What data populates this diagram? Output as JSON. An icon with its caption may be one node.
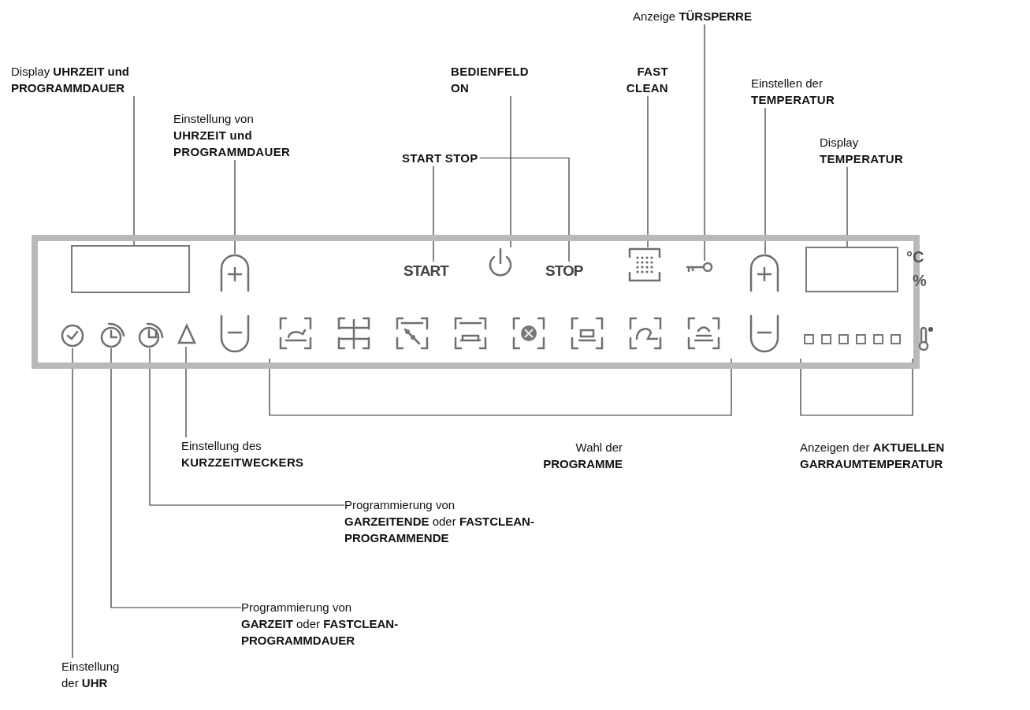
{
  "diagram": {
    "nodes": [
      {
        "text": [],
        "shape": "box"
      },
      {
        "text": [],
        "shape": "box",
        "in": 0
      },
      {
        "text": [],
        "shape": "button",
        "in": 0
      },
      {
        "text": [
          "START"
        ],
        "in": 0
      },
      {
        "text": [],
        "shape": "icon",
        "in": 0
      },
      {
        "text": [
          "STOP"
        ],
        "in": 0
      },
      {
        "text": [],
        "shape": "icon",
        "in": 0
      },
      {
        "text": [],
        "shape": "icon",
        "in": 0
      },
      {
        "text": [],
        "shape": "button",
        "in": 0
      },
      {
        "text": [],
        "shape": "box",
        "in": 0,
        "beside": [
          "°C",
          "%"
        ]
      },
      {
        "text": [],
        "shape": "icon",
        "in": 0
      },
      {
        "text": [],
        "shape": "circle",
        "in": 0
      },
      {
        "text": [],
        "shape": "circle",
        "in": 0
      },
      {
        "text": [],
        "shape": "icon",
        "in": 0
      },
      {
        "text": [
          "Display **UHRZEIT und PROGRAMMDAUER**"
        ]
      },
      {
        "text": [
          "Einstellung von",
          "UHRZEIT und PROGRAMMDAUER"
        ]
      },
      {
        "text": [
          "START STOP"
        ]
      },
      {
        "text": [
          "BEDIENFELD ON"
        ]
      },
      {
        "text": [
          "FAST CLEAN"
        ]
      },
      {
        "text": [
          "Anzeige **TÜRSPERRE**"
        ]
      },
      {
        "text": [
          "Einstellen der",
          "TEMPERATUR"
        ]
      },
      {
        "text": [
          "Display",
          "TEMPERATUR"
        ]
      },
      {
        "text": [
          "Einstellung des",
          "KURZZEITWECKERS"
        ]
      },
      {
        "text": [
          "Programmierung von",
          "**GARZEITENDE** oder **FASTCLEAN-PROGRAMMENDE**"
        ]
      },
      {
        "text": [
          "Programmierung von",
          "**GARZEIT** oder **FASTCLEAN-PROGRAMMDAUER**"
        ]
      },
      {
        "text": [
          "Einstellung",
          "der **UHR**"
        ]
      }
    ],
    "edges": [
      {
        "from": 14,
        "to": 1,
        "arrow": "none"
      },
      {
        "from": 15,
        "to": 2,
        "arrow": "none"
      },
      {
        "from": 16,
        "to": 3,
        "arrow": "none"
      },
      {
        "from": 16,
        "to": 5,
        "arrow": "none"
      },
      {
        "from": 17,
        "to": 4,
        "arrow": "none"
      },
      {
        "from": 18,
        "to": 6,
        "arrow": "none"
      },
      {
        "from": 19,
        "to": 7,
        "arrow": "none"
      },
      {
        "from": 20,
        "to": 8,
        "arrow": "none"
      },
      {
        "from": 21,
        "to": 9,
        "arrow": "none"
      },
      {
        "from": 22,
        "to": 13,
        "arrow": "none"
      },
      {
        "from": 23,
        "to": 12,
        "arrow": "none"
      },
      {
        "from": 24,
        "to": 11,
        "arrow": "none"
      },
      {
        "from": 25,
        "to": 10,
        "arrow": "none"
      }
    ],
    "labels": [
      "Wahl der **PROGRAMME**",
      "Anzeigen der **AKTUELLEN GARRAUMTEMPERATUR**"
    ]
  }
}
